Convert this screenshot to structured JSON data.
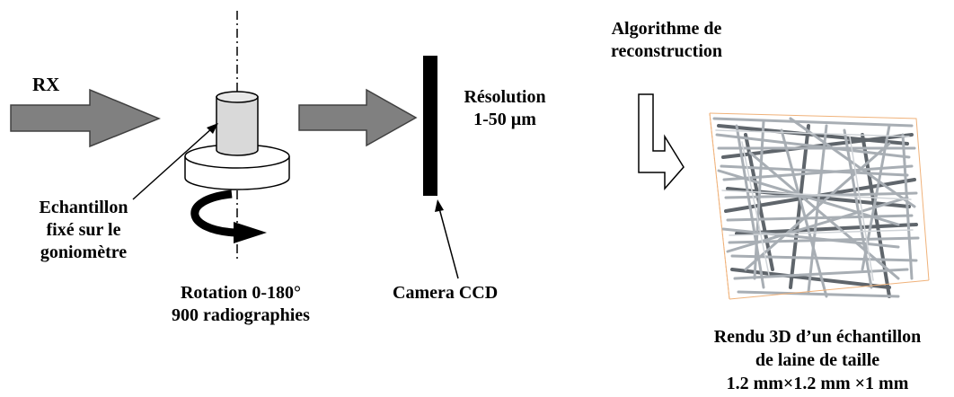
{
  "labels": {
    "rx": "RX",
    "sample_line1": "Echantillon",
    "sample_line2": "fixé sur le",
    "sample_line3": "goniomètre",
    "rotation_line1": "Rotation 0-180°",
    "rotation_line2": "900 radiographies",
    "camera": "Camera CCD",
    "resolution_line1": "Résolution",
    "resolution_line2": "1-50 µm",
    "algorithm_line1": "Algorithme de",
    "algorithm_line2": "reconstruction",
    "render_line1": "Rendu 3D d’un échantillon",
    "render_line2": "de laine de taille",
    "render_line3": "1.2 mm×1.2 mm ×1 mm"
  },
  "colors": {
    "arrow_fill": "#808080",
    "cylinder_fill": "#d9d9d9",
    "disk_fill": "#ffffff",
    "fiber": "#a8aeb4",
    "fiber_dark": "#5f656b",
    "box_edge": "#f0b27a"
  }
}
